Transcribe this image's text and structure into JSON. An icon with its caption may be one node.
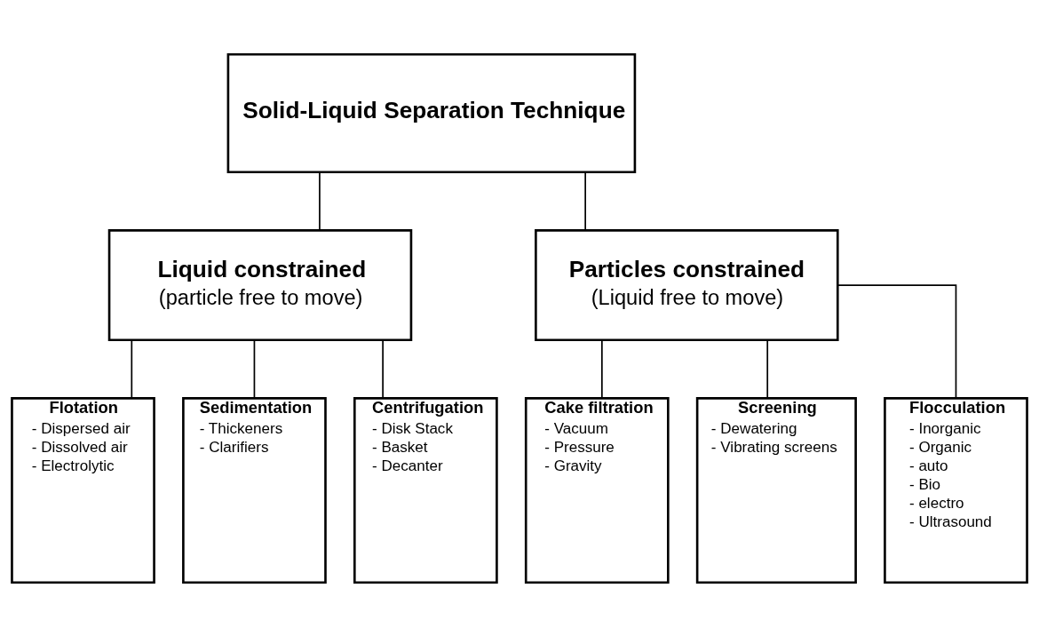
{
  "diagram": {
    "nodes": [
      {
        "text": [
          "Solid-Liquid Separation Technique"
        ]
      },
      {
        "text": [
          "Liquid constrained",
          "(particle free to move)"
        ]
      },
      {
        "text": [
          "Particles constrained",
          "(Liquid free to move)"
        ]
      },
      {
        "text": [
          "Flotation",
          "- Dispersed air",
          "- Dissolved air",
          "- Electrolytic"
        ]
      },
      {
        "text": [
          "Sedimentation",
          "- Thickeners",
          "- Clarifiers"
        ]
      },
      {
        "text": [
          "Centrifugation",
          "- Disk Stack",
          "- Basket",
          "- Decanter"
        ]
      },
      {
        "text": [
          "Cake filtration",
          "- Vacuum",
          "- Pressure",
          "- Gravity"
        ]
      },
      {
        "text": [
          "Screening",
          "- Dewatering",
          "- Vibrating screens"
        ]
      },
      {
        "text": [
          "Flocculation",
          "- Inorganic",
          "- Organic",
          "- auto",
          "- Bio",
          "- electro",
          "- Ultrasound"
        ]
      }
    ],
    "edges": [
      {
        "from": 0,
        "to": 1,
        "arrow": "none"
      },
      {
        "from": 0,
        "to": 2,
        "arrow": "none"
      },
      {
        "from": 1,
        "to": 3,
        "arrow": "none"
      },
      {
        "from": 1,
        "to": 4,
        "arrow": "none"
      },
      {
        "from": 1,
        "to": 5,
        "arrow": "none"
      },
      {
        "from": 2,
        "to": 6,
        "arrow": "none"
      },
      {
        "from": 2,
        "to": 7,
        "arrow": "none"
      },
      {
        "from": 2,
        "to": 8,
        "arrow": "none"
      }
    ]
  }
}
